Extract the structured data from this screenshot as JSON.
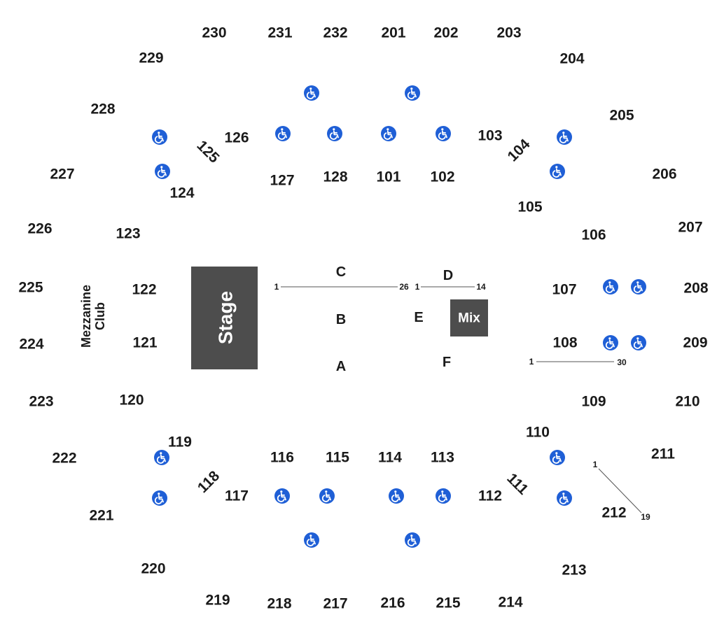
{
  "colors": {
    "block_fill": "#4d4d4d",
    "block_text": "#ffffff",
    "label_text": "#1a1a1a",
    "accessible_icon": "#1f5fd6",
    "row_line": "#555555"
  },
  "stage": {
    "label": "Stage"
  },
  "mix": {
    "label": "Mix"
  },
  "club": {
    "line1": "Mezzanine",
    "line2": "Club"
  },
  "icon_name": "wheelchair-accessible-icon",
  "floor_sections": [
    {
      "id": "A",
      "label": "A"
    },
    {
      "id": "B",
      "label": "B"
    },
    {
      "id": "C",
      "label": "C"
    },
    {
      "id": "D",
      "label": "D"
    },
    {
      "id": "E",
      "label": "E"
    },
    {
      "id": "F",
      "label": "F"
    }
  ],
  "row_ranges": [
    {
      "id": "c",
      "start": "1",
      "end": "26"
    },
    {
      "id": "d",
      "start": "1",
      "end": "14"
    },
    {
      "id": "108",
      "start": "1",
      "end": "30"
    },
    {
      "id": "212",
      "start": "1",
      "end": "19"
    }
  ],
  "lower_sections": [
    "101",
    "102",
    "103",
    "104",
    "105",
    "106",
    "107",
    "108",
    "109",
    "110",
    "111",
    "112",
    "113",
    "114",
    "115",
    "116",
    "117",
    "118",
    "119",
    "120",
    "121",
    "122",
    "123",
    "124",
    "125",
    "126",
    "127",
    "128"
  ],
  "upper_sections": [
    "201",
    "202",
    "203",
    "204",
    "205",
    "206",
    "207",
    "208",
    "209",
    "210",
    "211",
    "212",
    "213",
    "214",
    "215",
    "216",
    "217",
    "218",
    "219",
    "220",
    "221",
    "222",
    "223",
    "224",
    "225",
    "226",
    "227",
    "228",
    "229",
    "230",
    "231",
    "232"
  ]
}
